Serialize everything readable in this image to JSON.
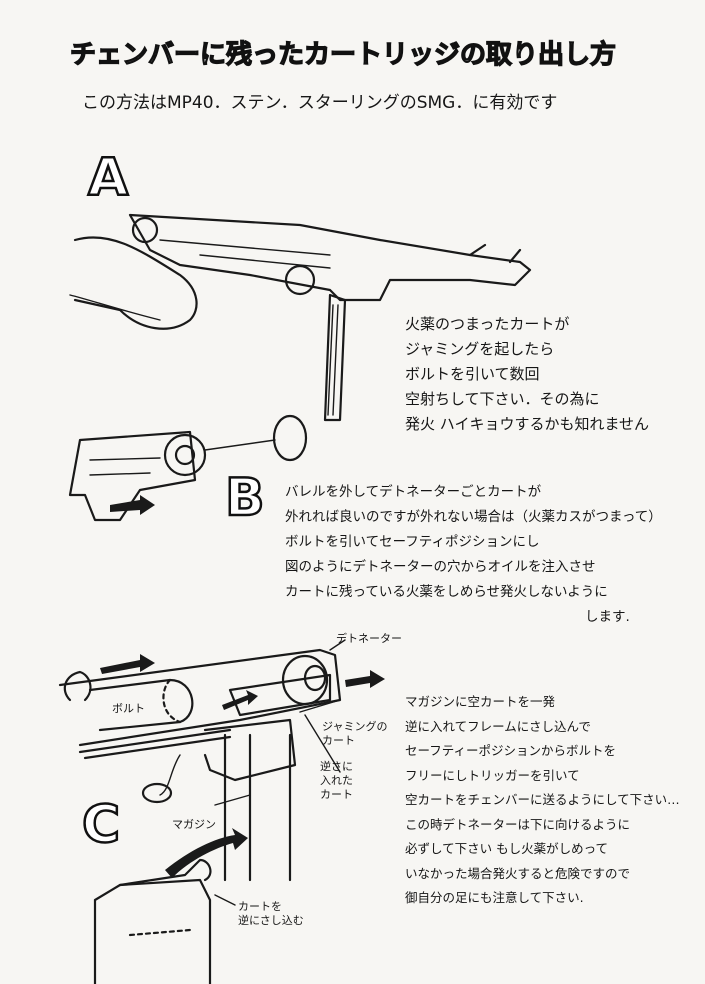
{
  "title": "チェンバーに残ったカートリッジの取り出し方",
  "subtitle": "この方法はMP40．ステン．スターリングのSMG．に有効です",
  "sections": {
    "a": {
      "letter": "A",
      "lines": [
        "火薬のつまったカートが",
        "ジャミングを起したら",
        "ボルトを引いて数回",
        "空射ちして下さい．その為に",
        "発火 ハイキョウするかも知れません"
      ]
    },
    "b": {
      "letter": "B",
      "lines": [
        "バレルを外してデトネーターごとカートが",
        "外れれば良いのですが外れない場合は（火薬カスがつまって）",
        "ボルトを引いてセーフティポジションにし",
        "図のようにデトネーターの穴からオイルを注入させ",
        "カートに残っている火薬をしめらせ発火しないように",
        "します."
      ]
    },
    "c": {
      "letter": "C",
      "labels": {
        "detonator": "デトネーター",
        "bolt": "ボルト",
        "jammed_cart": [
          "ジャミングの",
          "カート"
        ],
        "reversed_cart": [
          "逆さに",
          "入れた",
          "カート"
        ],
        "magazine": "マガジン",
        "insert_cart": [
          "カートを",
          "逆にさし込む"
        ]
      },
      "lines": [
        "マガジンに空カートを一発",
        "逆に入れてフレームにさし込んで",
        "セーフティーポジションからボルトを",
        "フリーにしトリッガーを引いて",
        "空カートをチェンバーに送るようにして下さい…",
        "この時デトネーターは下に向けるように",
        "必ずして下さい もし火薬がしめって",
        "いなかった場合発火すると危険ですので",
        "御自分の足にも注意して下さい."
      ]
    }
  }
}
